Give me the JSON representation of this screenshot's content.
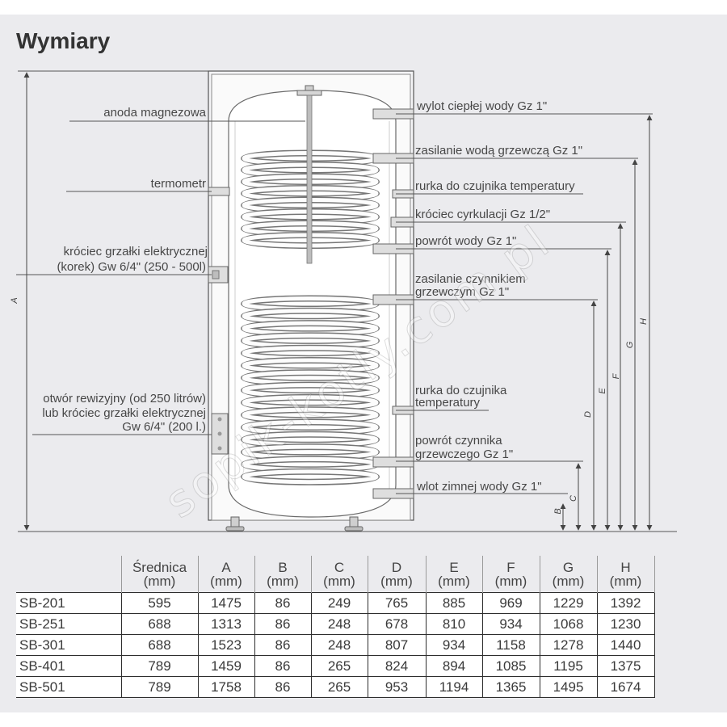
{
  "title": "Wymiary",
  "watermark": "sopik-kotly.com.pl",
  "labels_left": [
    {
      "lines": [
        "anoda magnezowa"
      ]
    },
    {
      "lines": [
        "termometr"
      ]
    },
    {
      "lines": [
        "króciec grzałki elektrycznej",
        "(korek) Gw 6/4\" (250 - 500l)"
      ]
    },
    {
      "lines": [
        "otwór rewizyjny (od 250 litrów)",
        "lub króciec grzałki elektrycznej",
        "Gw 6/4\" (200 l.)"
      ]
    }
  ],
  "labels_right": [
    {
      "lines": [
        "wylot ciepłej wody Gz 1\""
      ]
    },
    {
      "lines": [
        "zasilanie wodą grzewczą Gz 1\""
      ]
    },
    {
      "lines": [
        "rurka do czujnika temperatury"
      ]
    },
    {
      "lines": [
        "króciec cyrkulacji Gz 1/2\""
      ]
    },
    {
      "lines": [
        "powrót wody Gz 1\""
      ]
    },
    {
      "lines": [
        "zasilanie czynnikiem",
        "grzewczym Gz 1\""
      ]
    },
    {
      "lines": [
        "rurka do czujnika",
        "temperatury"
      ]
    },
    {
      "lines": [
        "powrót czynnika",
        "grzewczego Gz 1\""
      ]
    },
    {
      "lines": [
        "wlot zimnej wody Gz 1\""
      ]
    }
  ],
  "dimension_letters": [
    "A",
    "B",
    "C",
    "D",
    "E",
    "F",
    "G",
    "H"
  ],
  "table": {
    "columns": [
      {
        "name": "Średnica",
        "unit": "(mm)"
      },
      {
        "name": "A",
        "unit": "(mm)"
      },
      {
        "name": "B",
        "unit": "(mm)"
      },
      {
        "name": "C",
        "unit": "(mm)"
      },
      {
        "name": "D",
        "unit": "(mm)"
      },
      {
        "name": "E",
        "unit": "(mm)"
      },
      {
        "name": "F",
        "unit": "(mm)"
      },
      {
        "name": "G",
        "unit": "(mm)"
      },
      {
        "name": "H",
        "unit": "(mm)"
      }
    ],
    "rows": [
      {
        "model": "SB-201",
        "values": [
          "595",
          "1475",
          "86",
          "249",
          "765",
          "885",
          "969",
          "1229",
          "1392"
        ]
      },
      {
        "model": "SB-251",
        "values": [
          "688",
          "1313",
          "86",
          "248",
          "678",
          "810",
          "934",
          "1068",
          "1230"
        ]
      },
      {
        "model": "SB-301",
        "values": [
          "688",
          "1523",
          "86",
          "248",
          "807",
          "934",
          "1158",
          "1278",
          "1440"
        ]
      },
      {
        "model": "SB-401",
        "values": [
          "789",
          "1459",
          "86",
          "265",
          "824",
          "894",
          "1085",
          "1195",
          "1375"
        ]
      },
      {
        "model": "SB-501",
        "values": [
          "789",
          "1758",
          "86",
          "265",
          "953",
          "1194",
          "1365",
          "1495",
          "1674"
        ]
      }
    ]
  }
}
